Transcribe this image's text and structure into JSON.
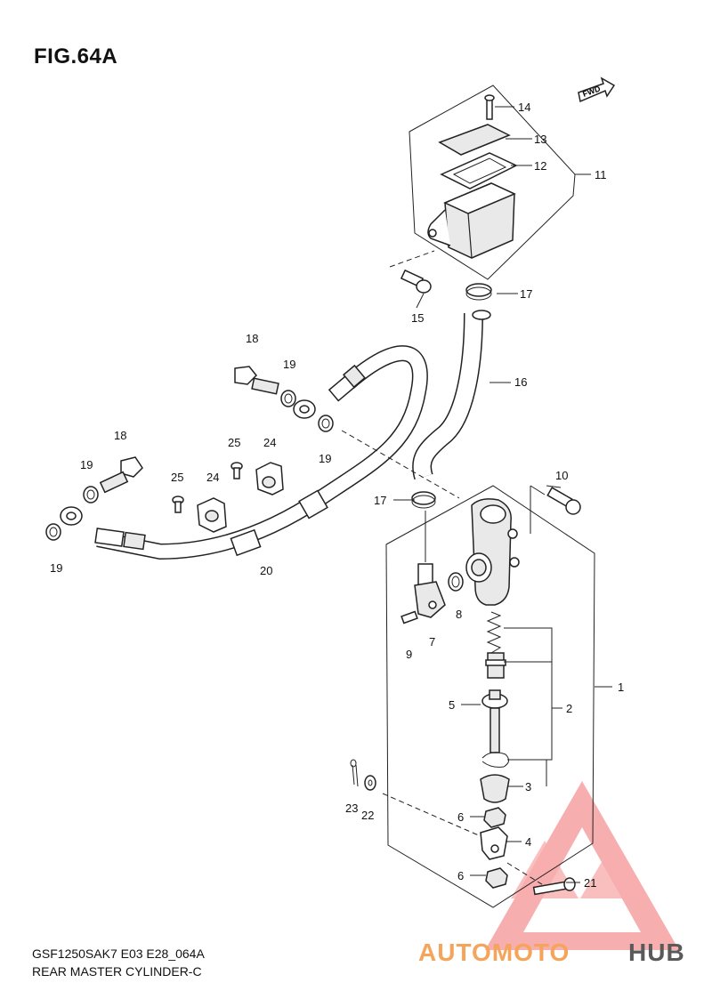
{
  "figure": {
    "title": "FIG.64A",
    "diagram_code": "GSF1250SAK7 E03 E28_064A",
    "diagram_name": "REAR MASTER CYLINDER-C",
    "fwd_label": "FWD"
  },
  "callouts": {
    "c1": "1",
    "c2": "2",
    "c3": "3",
    "c4": "4",
    "c5": "5",
    "c6a": "6",
    "c6b": "6",
    "c7": "7",
    "c8": "8",
    "c9": "9",
    "c10": "10",
    "c11": "11",
    "c12": "12",
    "c13": "13",
    "c14": "14",
    "c15": "15",
    "c16": "16",
    "c17a": "17",
    "c17b": "17",
    "c18a": "18",
    "c18b": "18",
    "c19a": "19",
    "c19b": "19",
    "c19c": "19",
    "c19d": "19",
    "c20": "20",
    "c21": "21",
    "c22": "22",
    "c23": "23",
    "c24a": "24",
    "c24b": "24",
    "c25a": "25",
    "c25b": "25"
  },
  "watermark": {
    "brand_part1": "AUTOMOTO",
    "brand_part2": "HUB",
    "color_orange": "#f5a45c",
    "color_red": "#f06a6a",
    "color_grey": "#5a5a5a"
  }
}
